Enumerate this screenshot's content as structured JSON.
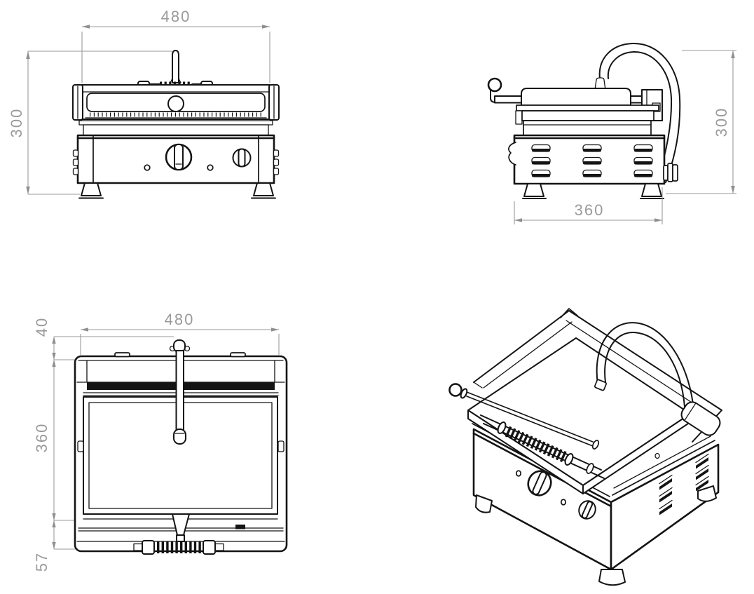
{
  "dimensions": {
    "front_view": {
      "width": "480",
      "height": "300"
    },
    "side_view": {
      "depth": "360",
      "height": "300"
    },
    "top_view": {
      "width": "480",
      "back_offset": "40",
      "depth": "360",
      "front_offset": "57"
    }
  },
  "colors": {
    "line": "#141414",
    "dimension": "#9a9a9a",
    "background": "#ffffff"
  }
}
